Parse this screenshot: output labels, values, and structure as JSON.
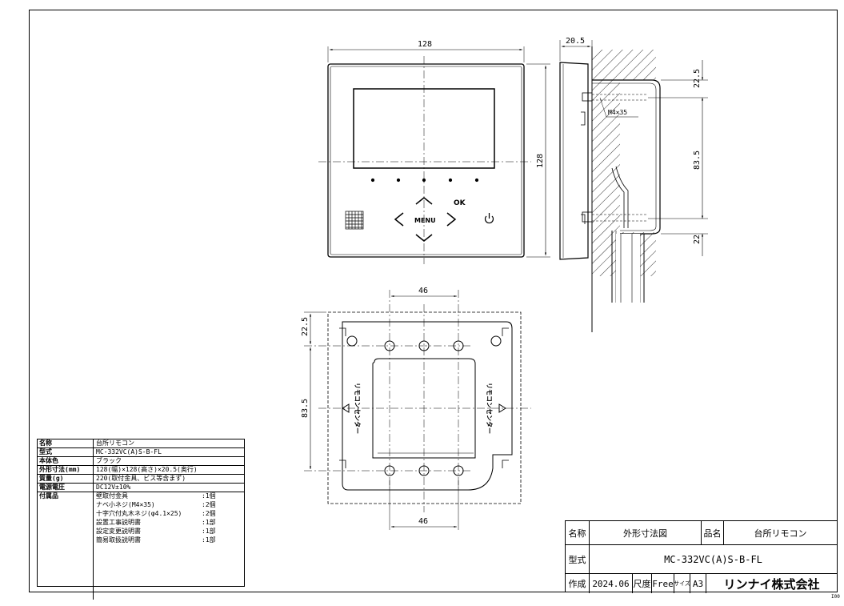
{
  "drawing": {
    "front_width": "128",
    "front_height": "128",
    "side_depth": "20.5",
    "side_top": "22.5",
    "side_mid": "83.5",
    "side_bottom": "22",
    "screw_label": "M4×35",
    "ok_label": "OK",
    "menu_label": "MENU",
    "bracket_top_width": "46",
    "bracket_bottom_width": "46",
    "bracket_top": "22.5",
    "bracket_mid": "83.5",
    "bracket_text_left": "リモコンセンター",
    "bracket_text_right": "リモコンセンター"
  },
  "spec_table": {
    "rows": [
      {
        "k": "名称",
        "v": "台所リモコン"
      },
      {
        "k": "型式",
        "v": "MC-332VC(A)S-B-FL"
      },
      {
        "k": "本体色",
        "v": "ブラック"
      },
      {
        "k": "外形寸法(mm)",
        "v": "128(幅)×128(高さ)×20.5(奥行)"
      },
      {
        "k": "質量(g)",
        "v": "220(取付金具、ビス等含まず)"
      },
      {
        "k": "電源電圧",
        "v": "DC12V±10%"
      }
    ],
    "accessories_label": "付属品",
    "accessories": [
      {
        "n": "壁取付金具",
        "q": ":1個"
      },
      {
        "n": "ナベ小ネジ(M4×35)",
        "q": ":2個"
      },
      {
        "n": "十字穴付丸木ネジ(φ4.1×25)",
        "q": ":2個"
      },
      {
        "n": "設置工事説明書",
        "q": ":1部"
      },
      {
        "n": "設定変更説明書",
        "q": ":1部"
      },
      {
        "n": "簡易取扱説明書",
        "q": ":1部"
      }
    ]
  },
  "title_block": {
    "name_label": "名称",
    "name_value": "外形寸法図",
    "product_label": "品名",
    "product_value": "台所リモコン",
    "model_label": "型式",
    "model_value": "MC-332VC(A)S-B-FL",
    "created_label": "作成",
    "created_value": "2024.06",
    "scale_label": "尺度",
    "scale_value": "Free",
    "size_label": "サイズ",
    "size_value": "A3",
    "company": "リンナイ株式会社"
  },
  "corner_code": "I00"
}
